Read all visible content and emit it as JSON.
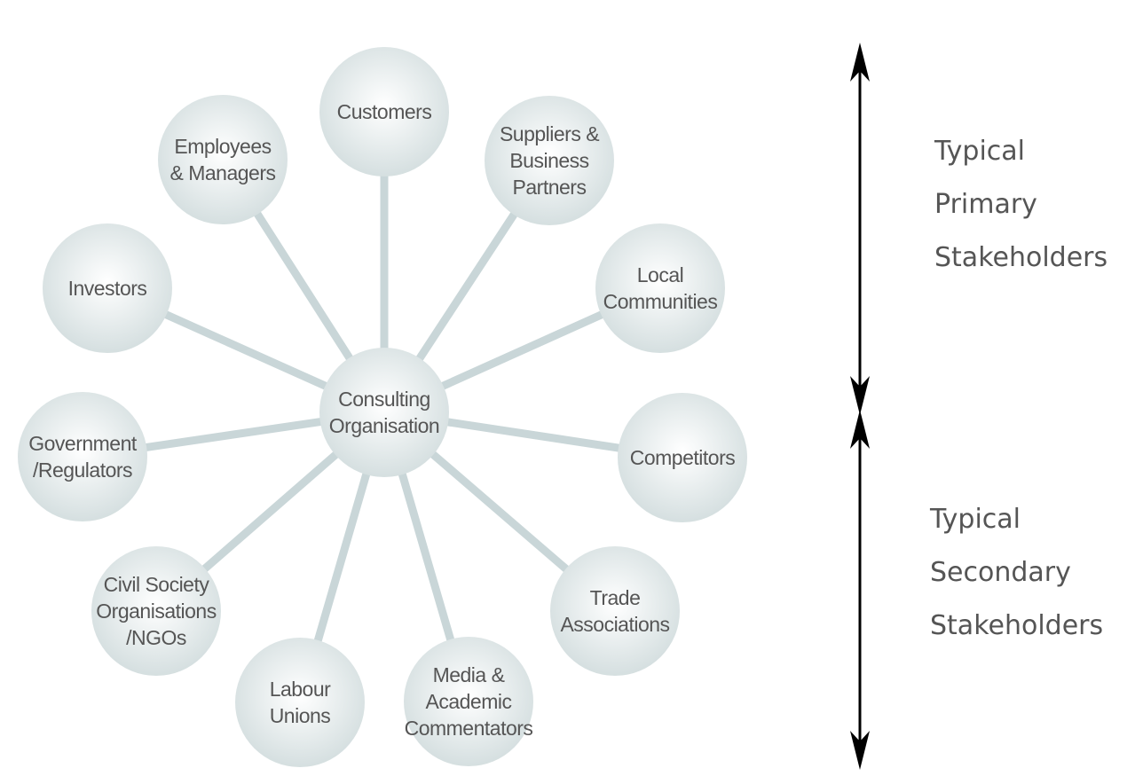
{
  "diagram": {
    "center": {
      "lines": [
        "Consulting",
        "Organisation"
      ]
    },
    "stakeholders": [
      {
        "id": "customers",
        "lines": [
          "Customers"
        ]
      },
      {
        "id": "suppliers",
        "lines": [
          "Suppliers &",
          "Business",
          "Partners"
        ]
      },
      {
        "id": "local-communities",
        "lines": [
          "Local",
          "Communities"
        ]
      },
      {
        "id": "competitors",
        "lines": [
          "Competitors"
        ]
      },
      {
        "id": "trade-associations",
        "lines": [
          "Trade",
          "Associations"
        ]
      },
      {
        "id": "media-academic",
        "lines": [
          "Media &",
          "Academic",
          "Commentators"
        ]
      },
      {
        "id": "labour-unions",
        "lines": [
          "Labour",
          "Unions"
        ]
      },
      {
        "id": "civil-society",
        "lines": [
          "Civil Society",
          "Organisations",
          "/NGOs"
        ]
      },
      {
        "id": "government",
        "lines": [
          "Government",
          "/Regulators"
        ]
      },
      {
        "id": "investors",
        "lines": [
          "Investors"
        ]
      },
      {
        "id": "employees",
        "lines": [
          "Employees",
          "& Managers"
        ]
      }
    ]
  },
  "legend": {
    "primary": "Typical\nPrimary\nStakeholders",
    "secondary": "Typical\nSecondary\nStakeholders"
  },
  "colors": {
    "spoke": "#c9d6d8",
    "circle_center": "#ffffff",
    "circle_edge": "#d5dfe0",
    "text": "#555555",
    "arrow": "#000000"
  }
}
